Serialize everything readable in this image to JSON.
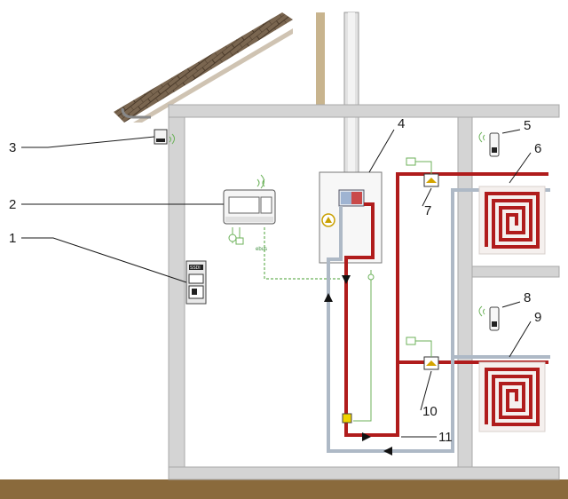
{
  "diagram": {
    "callouts": [
      {
        "id": "1",
        "label": "1"
      },
      {
        "id": "2",
        "label": "2"
      },
      {
        "id": "3",
        "label": "3"
      },
      {
        "id": "4",
        "label": "4"
      },
      {
        "id": "5",
        "label": "5"
      },
      {
        "id": "6",
        "label": "6"
      },
      {
        "id": "7",
        "label": "7"
      },
      {
        "id": "8",
        "label": "8"
      },
      {
        "id": "9",
        "label": "9"
      },
      {
        "id": "10",
        "label": "10"
      },
      {
        "id": "11",
        "label": "11"
      }
    ],
    "bus_label": "ebus",
    "panel_label": "SSDI",
    "colors": {
      "wall": "#d4d4d4",
      "ground": "#8a6a3c",
      "supply_pipe": "#b01c1c",
      "return_pipe": "#aeb9c6",
      "wire": "#6cb25a",
      "roof": "#6e5a44"
    },
    "icons": [
      "antenna-icon",
      "sensor-icon",
      "pump-icon",
      "valve-icon",
      "flow-arrow-icon"
    ]
  }
}
